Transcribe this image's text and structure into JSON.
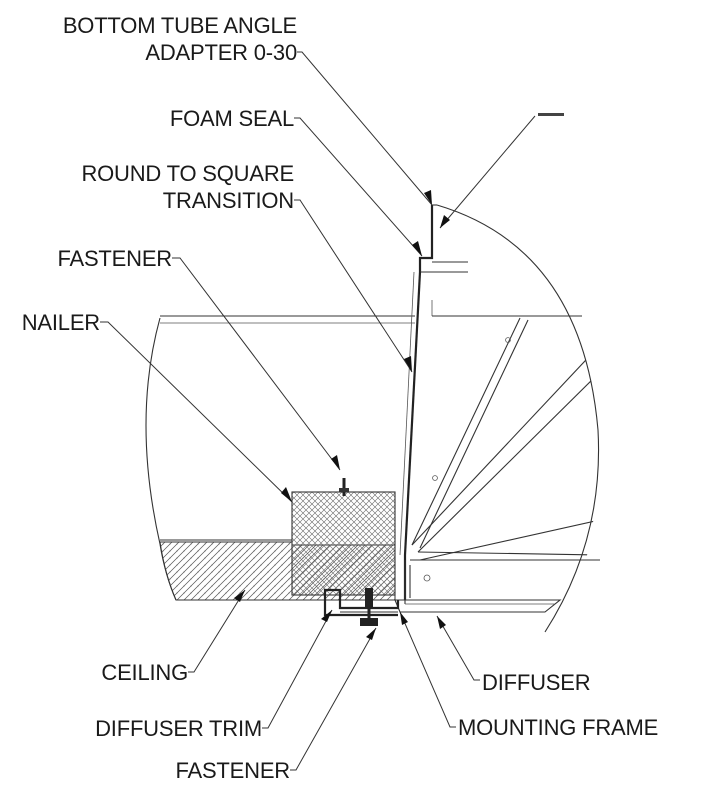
{
  "labels": {
    "bottom_tube_line1": "BOTTOM TUBE ANGLE",
    "bottom_tube_line2": "ADAPTER 0-30",
    "foam_seal": "FOAM SEAL",
    "round_to_square_line1": "ROUND TO SQUARE",
    "round_to_square_line2": "TRANSITION",
    "fastener_top": "FASTENER",
    "nailer": "NAILER",
    "ceiling": "CEILING",
    "diffuser_trim": "DIFFUSER TRIM",
    "fastener_bottom": "FASTENER",
    "diffuser": "DIFFUSER",
    "mounting_frame": "MOUNTING FRAME"
  },
  "colors": {
    "line": "#333333",
    "background": "#ffffff"
  }
}
